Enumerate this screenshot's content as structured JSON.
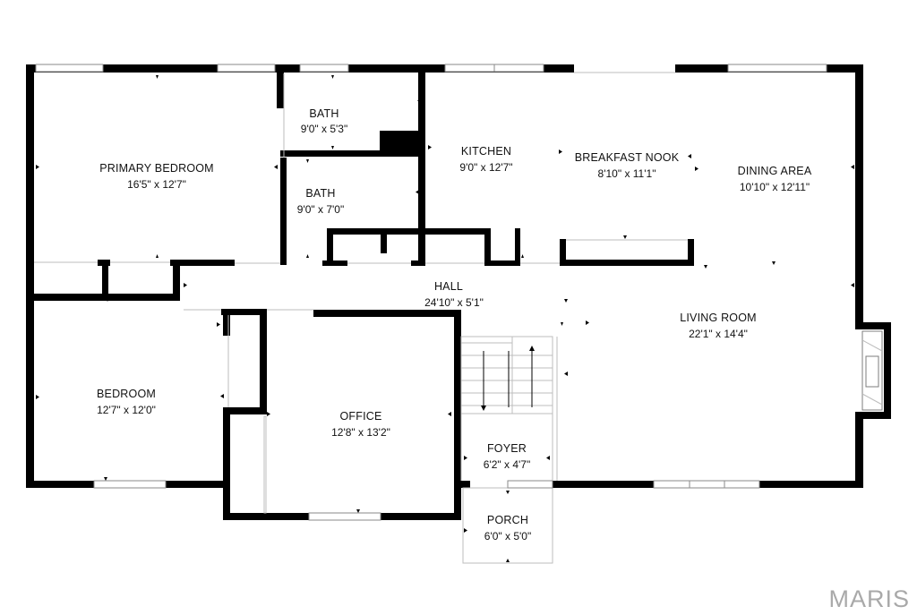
{
  "rooms": {
    "primary_bedroom": {
      "name": "PRIMARY BEDROOM",
      "dims": "16'5\" x 12'7\""
    },
    "bath_1": {
      "name": "BATH",
      "dims": "9'0\" x 5'3\""
    },
    "bath_2": {
      "name": "BATH",
      "dims": "9'0\" x 7'0\""
    },
    "kitchen": {
      "name": "KITCHEN",
      "dims": "9'0\" x 12'7\""
    },
    "breakfast_nook": {
      "name": "BREAKFAST NOOK",
      "dims": "8'10\" x 11'1\""
    },
    "dining_area": {
      "name": "DINING AREA",
      "dims": "10'10\" x 12'11\""
    },
    "hall": {
      "name": "HALL",
      "dims": "24'10\" x 5'1\""
    },
    "living_room": {
      "name": "LIVING ROOM",
      "dims": "22'1\" x 14'4\""
    },
    "bedroom": {
      "name": "BEDROOM",
      "dims": "12'7\" x 12'0\""
    },
    "office": {
      "name": "OFFICE",
      "dims": "12'8\" x 13'2\""
    },
    "foyer": {
      "name": "FOYER",
      "dims": "6'2\" x 4'7\""
    },
    "porch": {
      "name": "PORCH",
      "dims": "6'0\" x 5'0\""
    }
  },
  "watermark": "MARIS"
}
